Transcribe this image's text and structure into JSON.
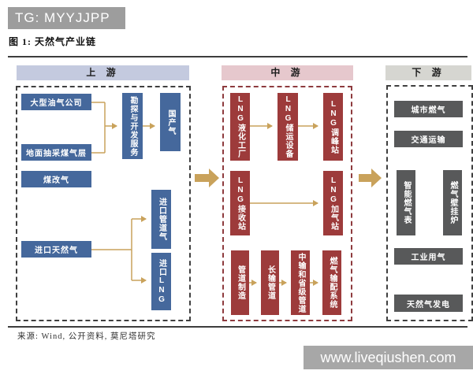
{
  "top_tag": "TG: MYYJJPP",
  "figure_title": "图 1: 天然气产业链",
  "source_note": "来源: Wind, 公开资料, 莫尼塔研究",
  "site_watermark": "www.liveqiushen.com",
  "colors": {
    "upstream_box": "#45689c",
    "upstream_header_bg": "#c4cadf",
    "midstream_box": "#9d3b3b",
    "midstream_header_bg": "#e6c8cd",
    "midstream_border": "#8e3b3e",
    "downstream_box": "#58595a",
    "downstream_header_bg": "#d6d6d1",
    "neutral_border": "#3f3f3f",
    "arrow": "#c9a25b",
    "header_text": "#1c1c1c",
    "watermark_bg": "#a7a7a7",
    "tag_bg": "#9d9d9d"
  },
  "upstream": {
    "header": "上 游",
    "nodes": {
      "major_companies": "大型油气公司",
      "surface_cbm": "地面抽采煤气层",
      "coal_to_gas": "煤改气",
      "imported_gas": "进口天然气",
      "exploration_services": "勘探与开发服务",
      "domestic_gas": "国产气",
      "imported_pipeline_gas": "进口管道气",
      "imported_lng": "进口LNG"
    }
  },
  "midstream": {
    "header": "中 游",
    "nodes": {
      "lng_liquefaction_plant": "LNG液化工厂",
      "lng_storage_transport": "LNG储运设备",
      "lng_peak_shaving_station": "LNG调峰站",
      "lng_receiving_terminal": "LNG接收站",
      "lng_refueling_station": "LNG加气站",
      "pipeline_manufacturing": "管道制造",
      "long_distance_pipeline": "长输管道",
      "mid_provincial_pipeline": "中输和省级管道",
      "gas_distribution_system": "燃气输配系统"
    }
  },
  "downstream": {
    "header": "下 游",
    "nodes": {
      "city_gas": "城市燃气",
      "transportation": "交通运输",
      "smart_gas_meter": "智能燃气表",
      "gas_wall_boiler": "燃气壁挂炉",
      "industrial_gas": "工业用气",
      "gas_power_generation": "天然气发电"
    }
  }
}
